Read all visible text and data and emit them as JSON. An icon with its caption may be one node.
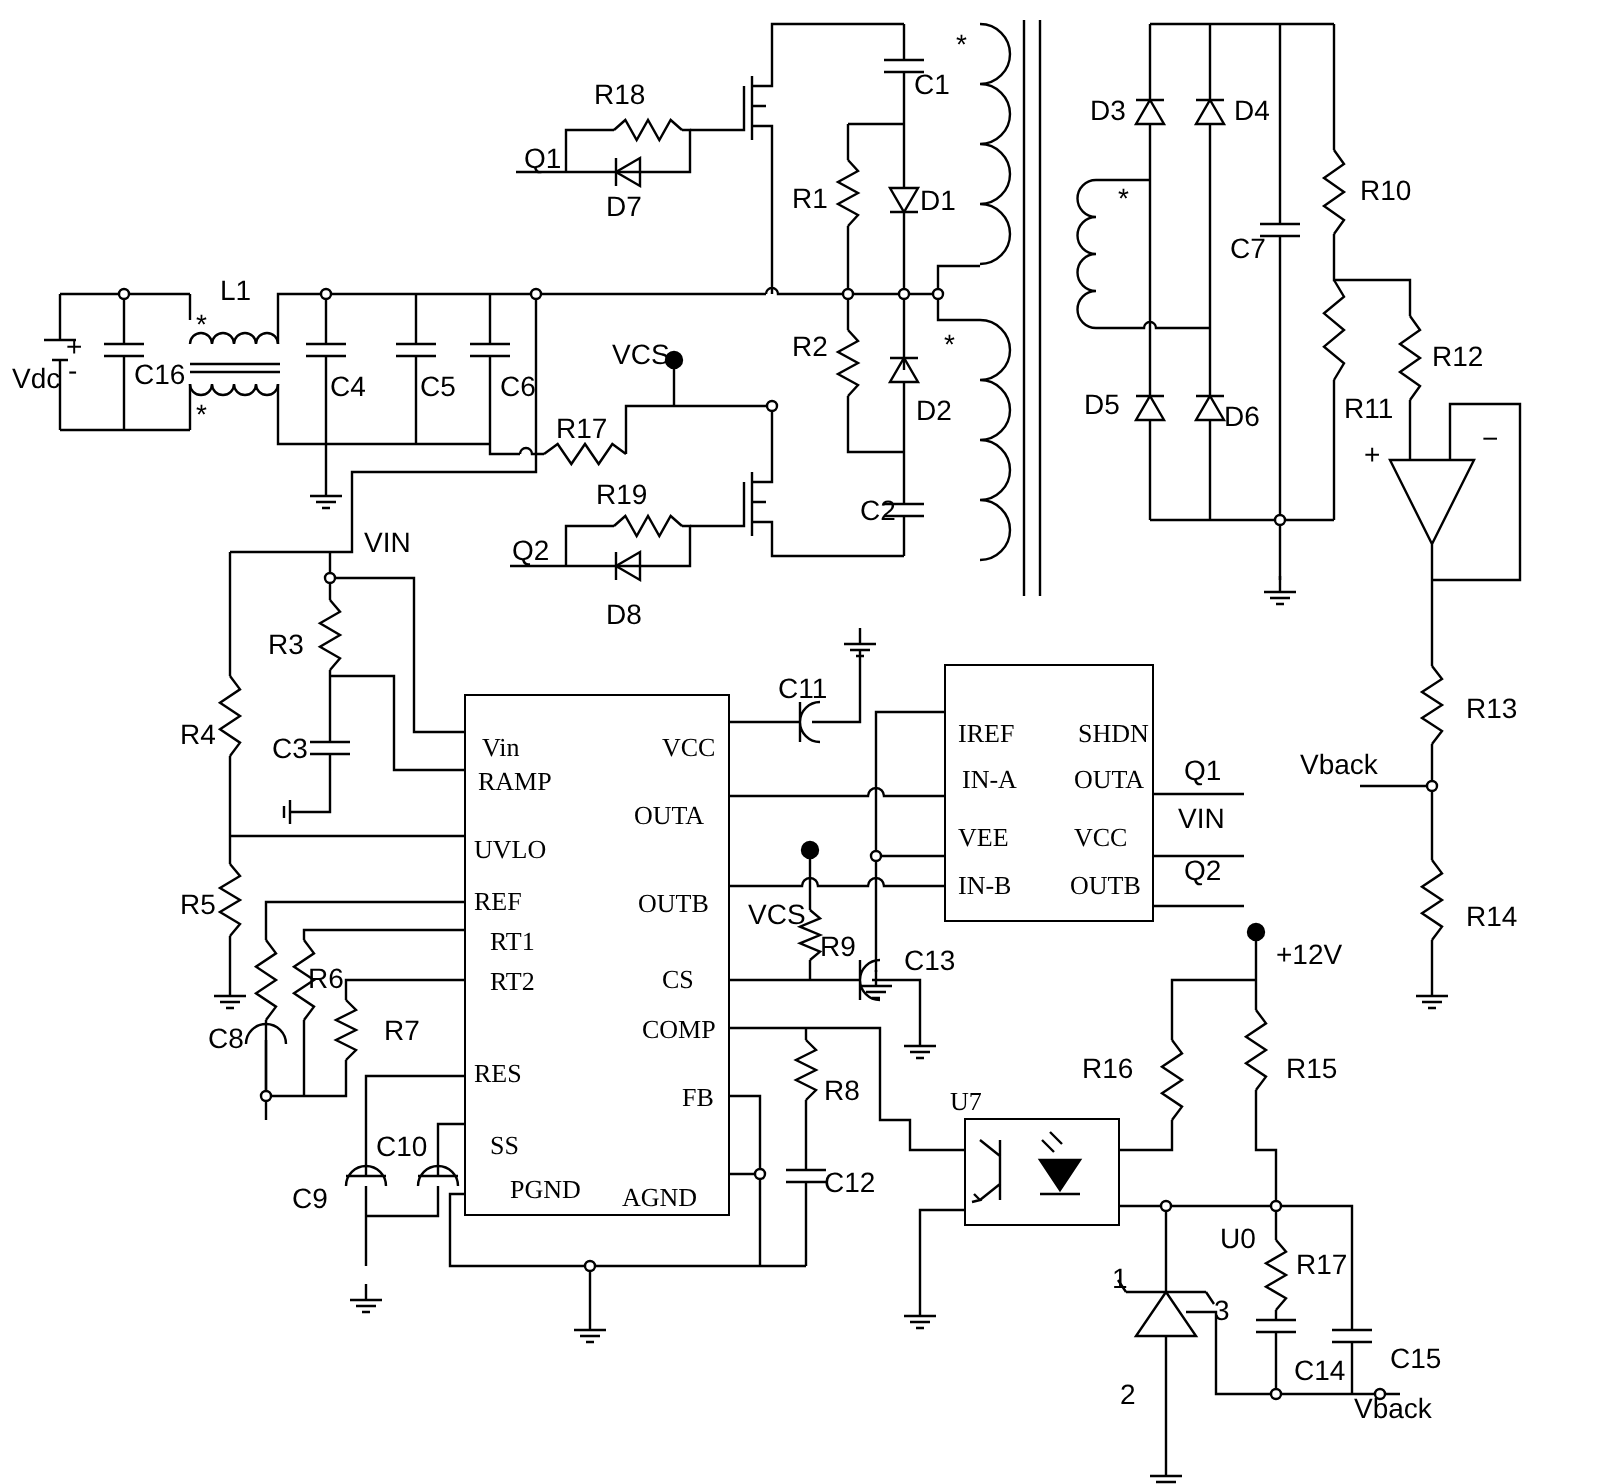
{
  "diagram": {
    "nodes": [
      {
        "text": [
          "Vin",
          "RAMP",
          "UVLO",
          "REF",
          "RT1",
          "RT2",
          "RES",
          "SS",
          "PGND",
          "VCC",
          "OUTA",
          "OUTB",
          "CS",
          "COMP",
          "FB",
          "AGND"
        ]
      },
      {
        "text": [
          "IREF",
          "SHDN",
          "IN-A",
          "OUTA",
          "VEE",
          "VCC",
          "IN-B",
          "OUTB"
        ]
      },
      {
        "text": [
          "U7"
        ]
      }
    ],
    "edges": [
      {
        "from": 0,
        "to": 1,
        "arrow": "none"
      },
      {
        "from": 0,
        "to": 1,
        "arrow": "none"
      },
      {
        "from": 0,
        "to": 2,
        "arrow": "none"
      }
    ],
    "labels": [
      "R18",
      "Q1",
      "D7",
      "*",
      "C1",
      "R1",
      "D1",
      "L1",
      "*",
      "+",
      "-",
      "Vdc",
      "C16",
      "*",
      "C4",
      "C5",
      "C6",
      "VCS",
      "R2",
      "*",
      "D2",
      "R17",
      "R19",
      "C2",
      "Q2",
      "VIN",
      "D8",
      "D3",
      "D4",
      "*",
      "R10",
      "C7",
      "R12",
      "D5",
      "R11",
      "D6",
      "+",
      "−",
      "R3",
      "C11",
      "R13",
      "R4",
      "C3",
      "Vback",
      "Q1",
      "VIN",
      "Q2",
      "R5",
      "R14",
      "VCS",
      "R9",
      "+12V",
      "C13",
      "R6",
      "C8",
      "R7",
      "R16",
      "R15",
      "R8",
      "C10",
      "C12",
      "C9",
      "U0",
      "R17",
      "1",
      "3",
      "C14",
      "C15",
      "2",
      "Vback"
    ]
  }
}
